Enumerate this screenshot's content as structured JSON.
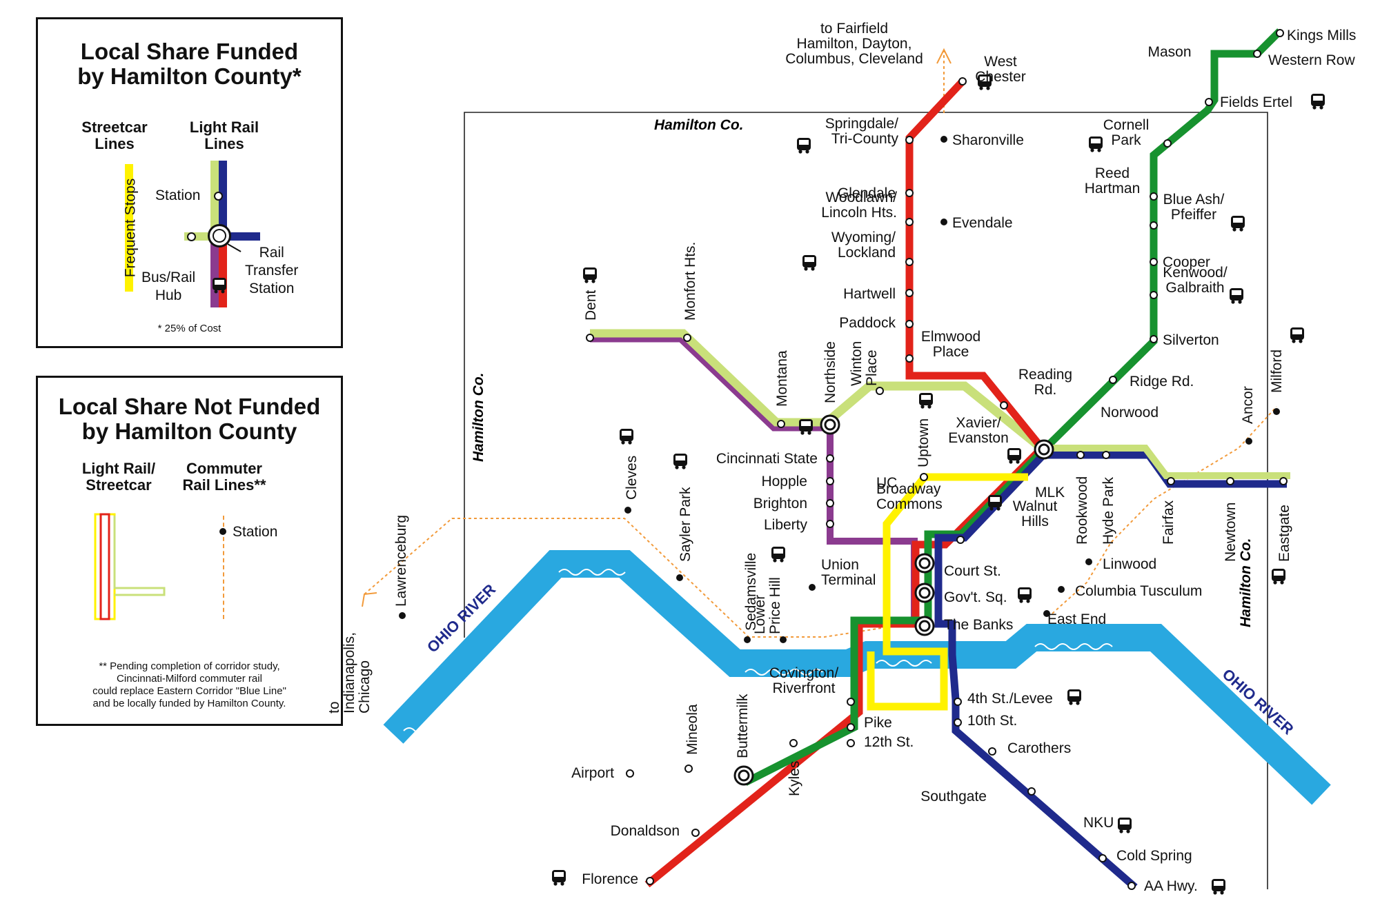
{
  "legend_funded": {
    "title_line1": "Local Share Funded",
    "title_line2": "by Hamilton County*",
    "col_streetcar": "Streetcar\nLines",
    "col_lightrail": "Light Rail\nLines",
    "frequent_stops": "Frequent Stops",
    "station": "Station",
    "rail_transfer": "Rail\nTransfer\nStation",
    "bus_rail_hub": "Bus/Rail\nHub",
    "footnote": "* 25% of Cost"
  },
  "legend_not_funded": {
    "title_line1": "Local Share Not Funded",
    "title_line2": "by Hamilton County",
    "col_lightrail_streetcar": "Light Rail/\nStreetcar",
    "col_commuter": "Commuter\nRail Lines**",
    "station": "Station",
    "footnote": "** Pending completion of corridor study,\nCincinnati-Milford commuter rail\ncould replace Eastern Corridor \"Blue Line\"\nand be locally funded by Hamilton County."
  },
  "colors": {
    "red": "#e2231a",
    "green": "#17922f",
    "blue": "#1f2a8c",
    "purple": "#8b3b8f",
    "lime": "#c9e07a",
    "yellow": "#fff200",
    "river": "#29a8e0",
    "commuter": "#f29a3a"
  },
  "map": {
    "county_label": "Hamilton Co.",
    "river_label": "OHIO  RIVER",
    "to_fairfield": "to Fairfield\nHamilton, Dayton,\nColumbus, Cleveland",
    "to_indianapolis": "to\nIndianapolis,\nChicago",
    "stations": {
      "west_chester": "West\nChester",
      "springdale": "Springdale/\nTri-County",
      "sharonville": "Sharonville",
      "glendale": "Glendale",
      "woodlawn": "Woodlawn/\nLincoln Hts.",
      "evendale": "Evendale",
      "wyoming": "Wyoming/\nLockland",
      "hartwell": "Hartwell",
      "paddock": "Paddock",
      "elmwood": "Elmwood\nPlace",
      "reading": "Reading\nRd.",
      "xavier": "Xavier/\nEvanston",
      "mlk": "MLK",
      "walnut_hills": "Walnut\nHills",
      "rookwood": "Rookwood",
      "hyde_park": "Hyde Park",
      "linwood": "Linwood",
      "columbia_tusculum": "Columbia Tusculum",
      "east_end": "East End",
      "fairfax": "Fairfax",
      "newtown": "Newtown",
      "eastgate": "Eastgate",
      "ancor": "Ancor",
      "milford": "Milford",
      "kings_mills": "Kings Mills",
      "mason": "Mason",
      "western_row": "Western Row",
      "fields_ertel": "Fields Ertel",
      "cornell_park": "Cornell\nPark",
      "reed_hartman": "Reed\nHartman",
      "blue_ash": "Blue Ash/\nPfeiffer",
      "cooper": "Cooper",
      "kenwood": "Kenwood/\nGalbraith",
      "silverton": "Silverton",
      "ridge": "Ridge  Rd.",
      "norwood": "Norwood",
      "dent": "Dent",
      "monfort": "Monfort Hts.",
      "montana": "Montana",
      "northside": "Northside",
      "winton": "Winton\nPlace",
      "uptown": "Uptown",
      "uc": "UC",
      "broadway": "Broadway\nCommons",
      "cincinnati_state": "Cincinnati State",
      "hopple": "Hopple",
      "brighton": "Brighton",
      "liberty": "Liberty",
      "union_terminal": "Union\nTerminal",
      "court": "Court  St.",
      "govt_sq": "Gov't. Sq.",
      "the_banks": "The Banks",
      "cleves": "Cleves",
      "sayler_park": "Sayler Park",
      "sedamsville": "Sedamsville",
      "lower_price_hill": "Lower\nPrice Hill",
      "lawrenceburg": "Lawrenceburg",
      "covington": "Covington/\nRiverfront",
      "pike": "Pike",
      "twelfth": "12th St.",
      "fourth_levee": "4th St./Levee",
      "tenth": "10th St.",
      "carothers": "Carothers",
      "southgate": "Southgate",
      "nku": "NKU",
      "cold_spring": "Cold Spring",
      "aa_hwy": "AA Hwy.",
      "airport": "Airport",
      "mineola": "Mineola",
      "buttermilk": "Buttermilk",
      "kyles": "Kyles",
      "donaldson": "Donaldson",
      "florence": "Florence"
    }
  }
}
